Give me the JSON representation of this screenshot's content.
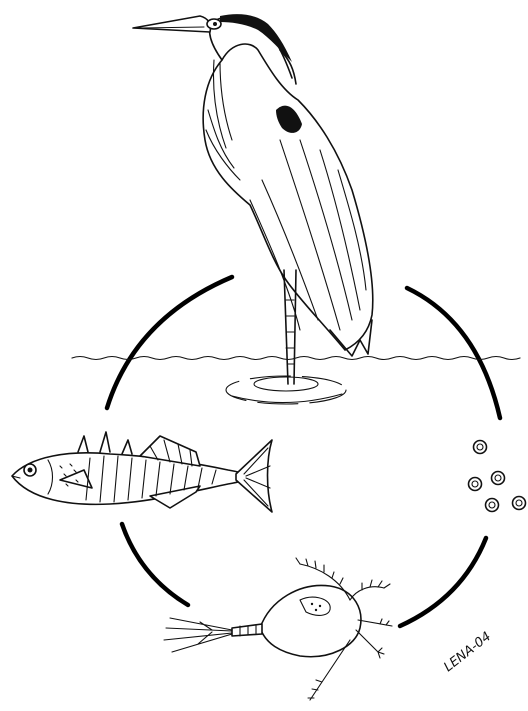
{
  "diagram": {
    "nodes": [
      {
        "id": "heron",
        "icon": "heron-icon"
      },
      {
        "id": "eggs",
        "icon": "eggs-icon"
      },
      {
        "id": "copepod",
        "icon": "copepod-icon"
      },
      {
        "id": "fish",
        "icon": "stickleback-fish-icon"
      }
    ],
    "edges": [
      {
        "from": "heron",
        "to": "eggs"
      },
      {
        "from": "eggs",
        "to": "copepod"
      },
      {
        "from": "copepod",
        "to": "fish"
      },
      {
        "from": "fish",
        "to": "heron"
      }
    ],
    "signature": "LENA-04",
    "colors": {
      "ink": "#111111",
      "background": "#ffffff"
    }
  }
}
